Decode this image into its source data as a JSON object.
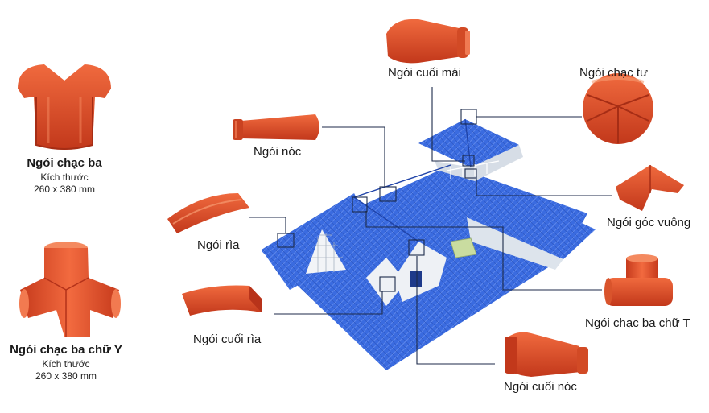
{
  "colors": {
    "tile_red": "#e04a22",
    "tile_dark": "#b8331a",
    "roof_blue": "#2f5fd0",
    "roof_dark": "#1f43a8",
    "wall": "#e8edf3",
    "leader": "#1c2a4a"
  },
  "left_products": [
    {
      "name": "Ngói chạc ba",
      "size_label": "Kích thước",
      "size": "260 x 380 mm"
    },
    {
      "name": "Ngói chạc ba chữ Y",
      "size_label": "Kích thước",
      "size": "260 x 380 mm"
    }
  ],
  "callouts": {
    "cuoi_mai": "Ngói cuối mái",
    "chac_tu": "Ngói chạc tư",
    "noc": "Ngói nóc",
    "goc_vuong": "Ngói góc vuông",
    "ria": "Ngói rìa",
    "chac_ba_chu_t": "Ngói chạc ba chữ T",
    "cuoi_ria": "Ngói cuối rìa",
    "cuoi_noc": "Ngói cuối nóc"
  }
}
